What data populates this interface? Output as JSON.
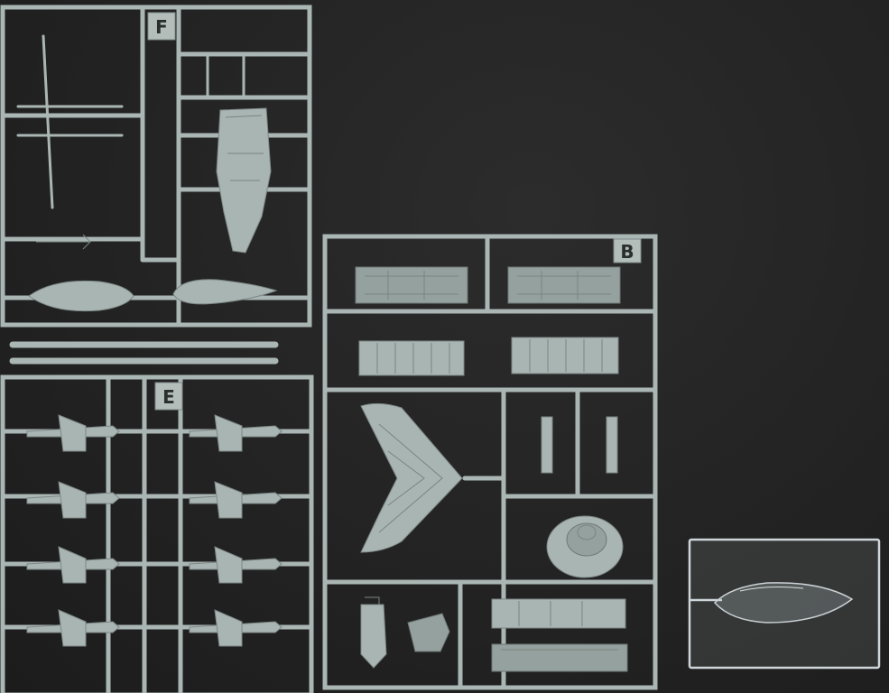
{
  "sprues": [
    {
      "letter": "F"
    },
    {
      "letter": "E"
    },
    {
      "letter": "B"
    }
  ],
  "colors": {
    "background": "#262626",
    "sprue_plastic": "#a9b5b2",
    "clear_plastic": "#cfd6d9"
  }
}
